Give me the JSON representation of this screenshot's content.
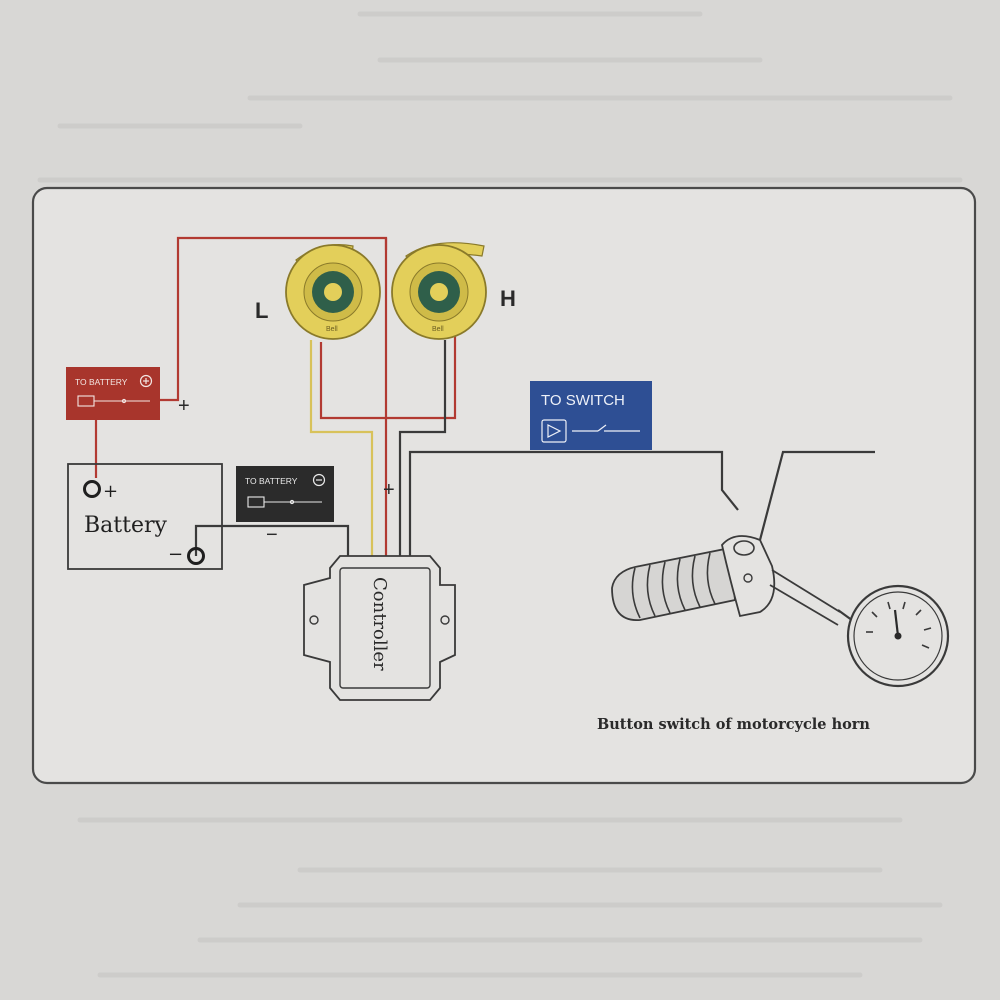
{
  "horns": {
    "left_label": "L",
    "right_label": "H",
    "left_brand": "Bell",
    "right_brand": "Bell"
  },
  "to_battery_pos": {
    "label": "TO BATTERY",
    "symbol": "+"
  },
  "to_battery_neg": {
    "label": "TO BATTERY",
    "symbol": "−"
  },
  "battery": {
    "label": "Battery",
    "pos_terminal": "+",
    "neg_terminal": "−"
  },
  "wire_marks": {
    "pos_near_box": "+",
    "neg_near_box": "−",
    "pos_at_controller": "+"
  },
  "controller": {
    "label": "Controller"
  },
  "to_switch": {
    "label": "TO SWITCH"
  },
  "caption": "Button switch of motorcycle horn",
  "colors": {
    "paper": "#dcdbd9",
    "red_wire": "#b23a32",
    "yellow_wire": "#d8c25a",
    "black_wire": "#3a3a3a",
    "horn_yellow": "#e3cf5a",
    "horn_center": "#2f5f4a",
    "battery_pos_box": "#a8352c",
    "battery_neg_box": "#2b2b2b",
    "switch_box": "#2e4f94"
  },
  "icons": [
    "horn-icon",
    "battery-icon",
    "switch-icon",
    "handlebar-grip-icon",
    "speedometer-icon"
  ]
}
